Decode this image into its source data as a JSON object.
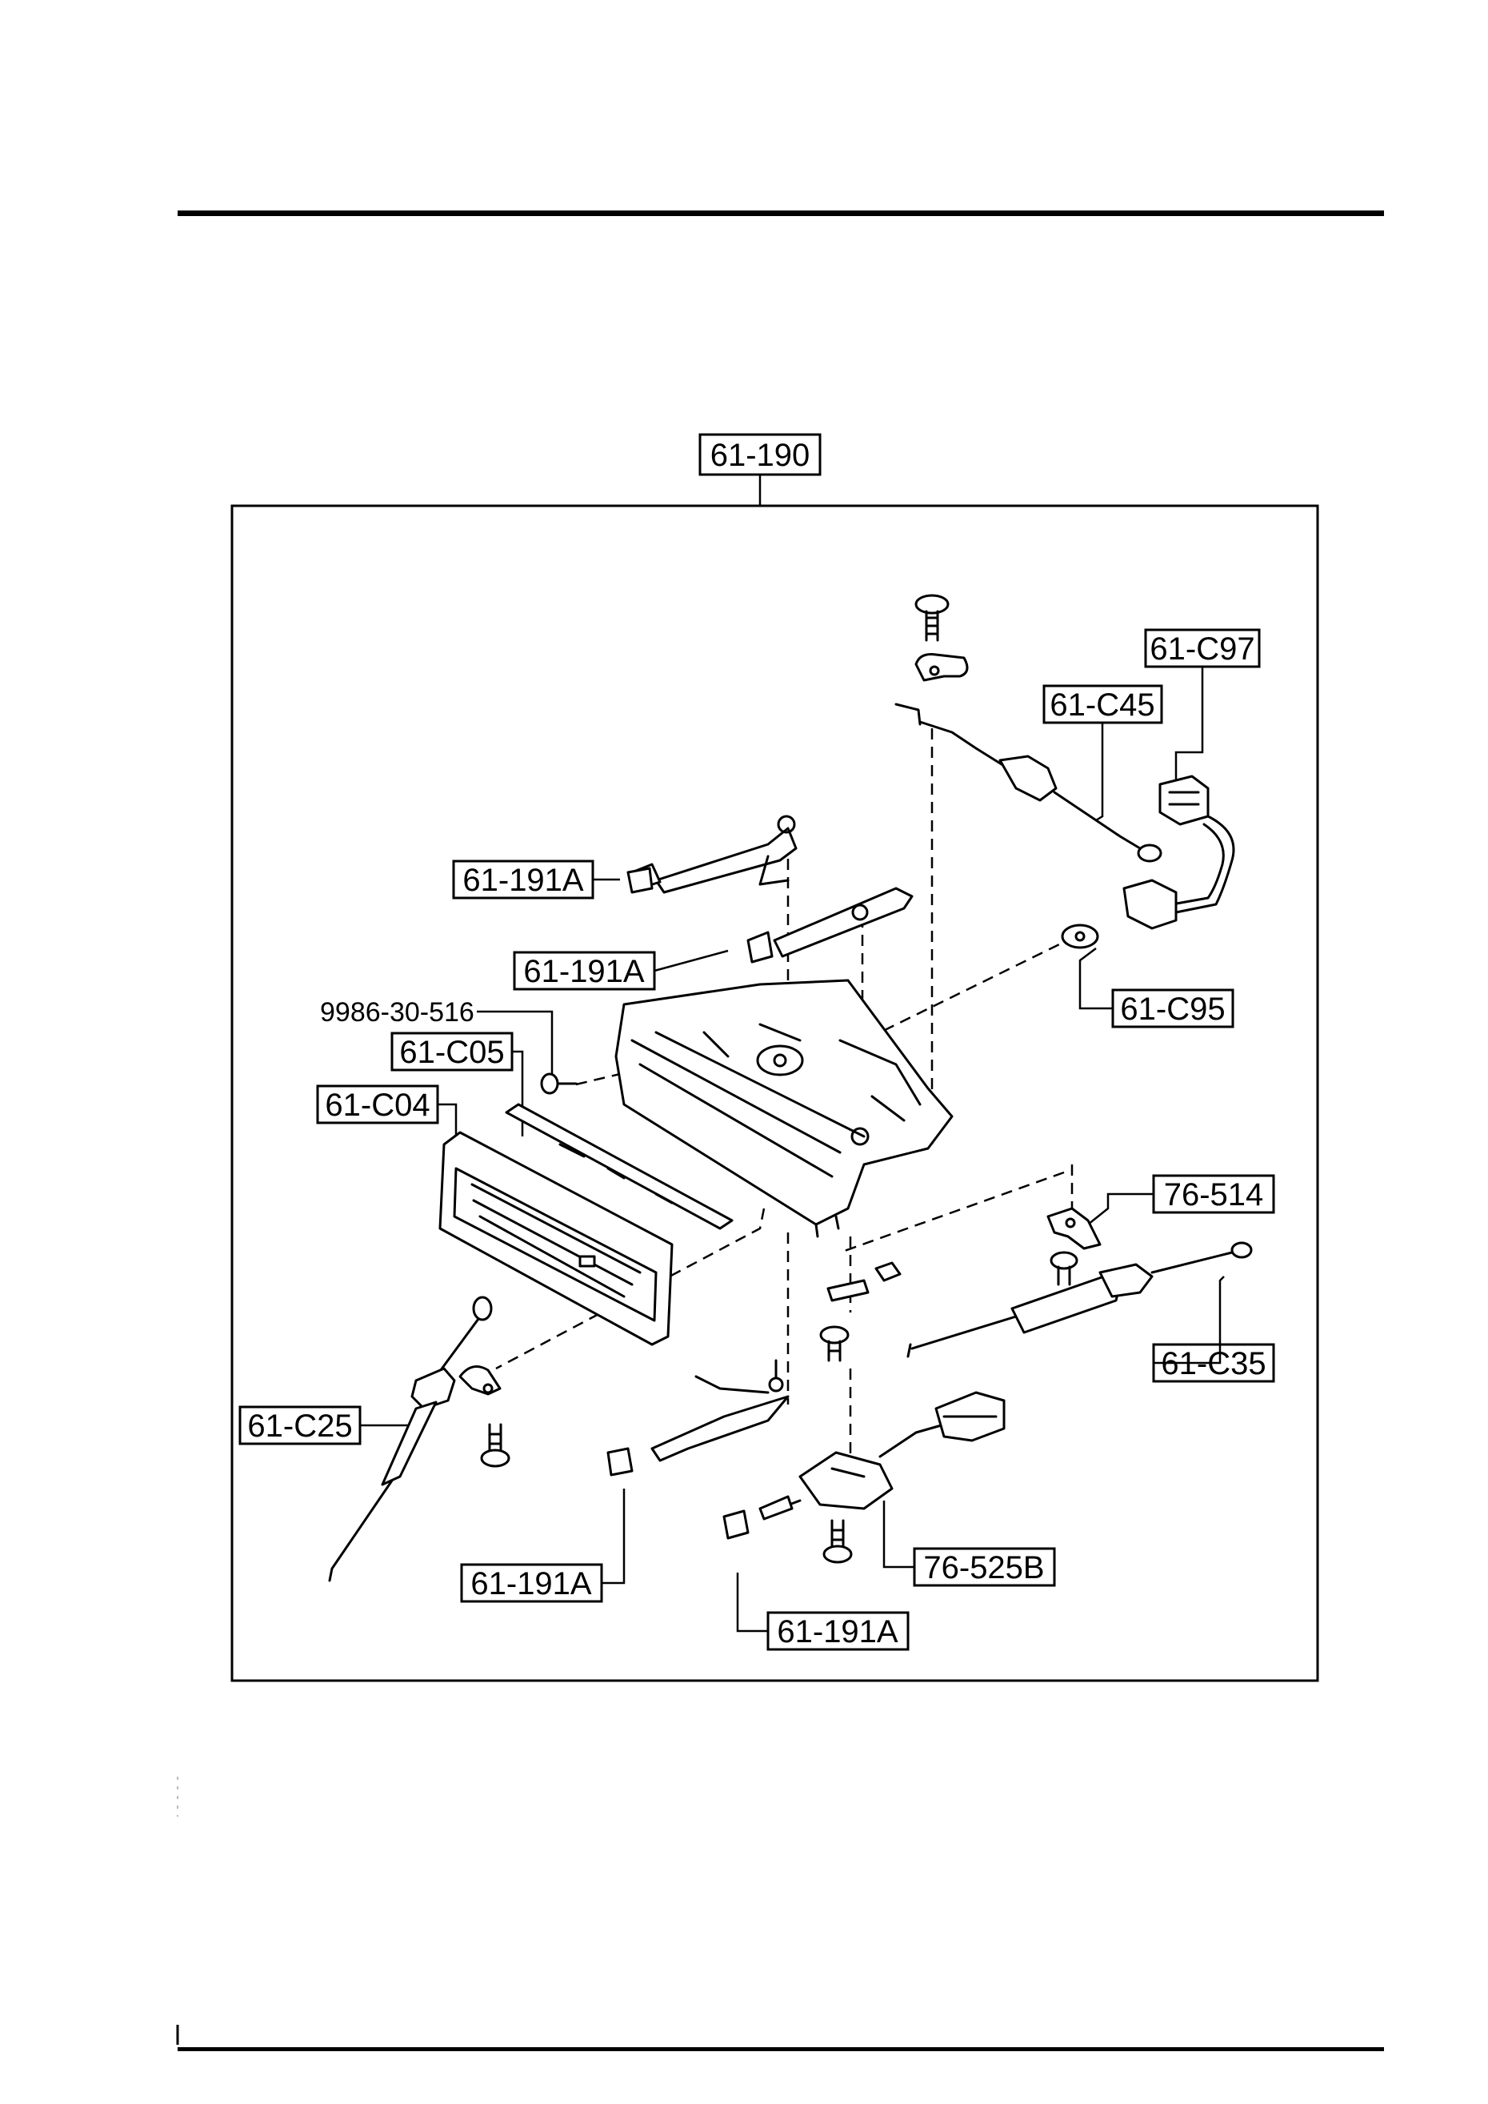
{
  "labels": {
    "assembly": "61-190",
    "c97": "61-C97",
    "c45": "61-C45",
    "a1": "61-191A",
    "a2": "61-191A",
    "c95": "61-C95",
    "screw": "9986-30-516",
    "c05": "61-C05",
    "c04": "61-C04",
    "p514": "76-514",
    "c35": "61-C35",
    "c25": "61-C25",
    "a3": "61-191A",
    "p525b": "76-525B",
    "a4": "61-191A"
  }
}
